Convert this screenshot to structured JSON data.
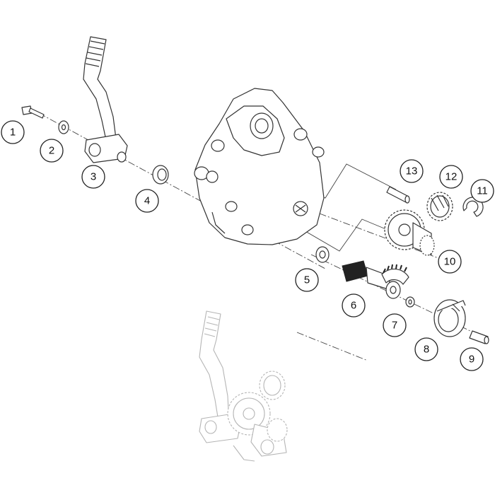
{
  "diagram": {
    "callouts": [
      {
        "id": "1",
        "label": "1"
      },
      {
        "id": "2",
        "label": "2"
      },
      {
        "id": "3",
        "label": "3"
      },
      {
        "id": "4",
        "label": "4"
      },
      {
        "id": "5",
        "label": "5"
      },
      {
        "id": "6",
        "label": "6"
      },
      {
        "id": "7",
        "label": "7"
      },
      {
        "id": "8",
        "label": "8"
      },
      {
        "id": "9",
        "label": "9"
      },
      {
        "id": "10",
        "label": "10"
      },
      {
        "id": "11",
        "label": "11"
      },
      {
        "id": "12",
        "label": "12"
      },
      {
        "id": "13",
        "label": "13"
      }
    ],
    "colors": {
      "line": "#333333",
      "ghost": "#b5b5b5",
      "background": "#ffffff"
    }
  }
}
